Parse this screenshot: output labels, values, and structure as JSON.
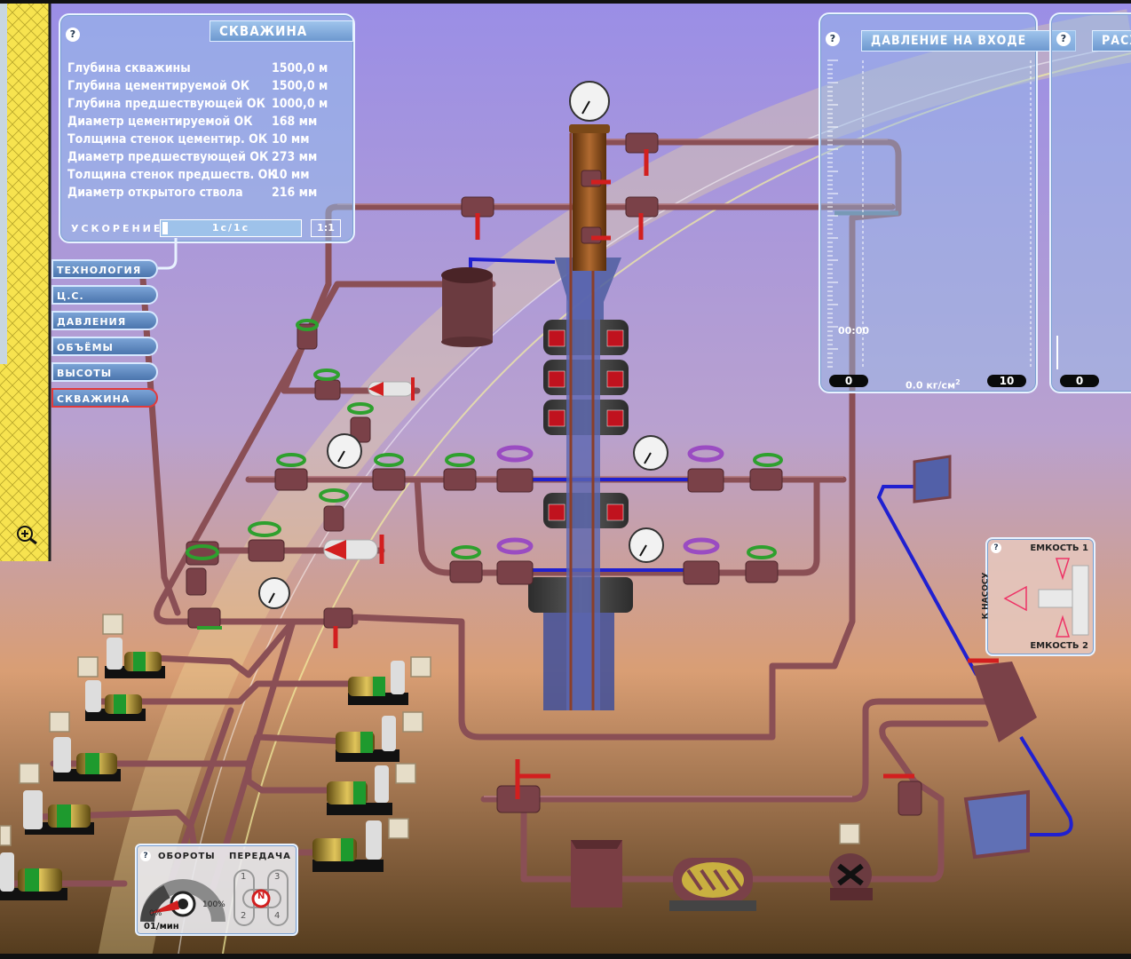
{
  "well_panel": {
    "title": "СКВАЖИНА",
    "info_icon": "info-icon",
    "rows": [
      {
        "label": "Глубина скважины",
        "value": "1500,0 м"
      },
      {
        "label": "Глубина цементируемой ОК",
        "value": "1500,0 м"
      },
      {
        "label": "Глубина предшествующей ОК",
        "value": "1000,0 м"
      },
      {
        "label": "Диаметр цементируемой ОК",
        "value": "168 мм"
      },
      {
        "label": "Толщина стенок цементир. ОК",
        "value": "10 мм"
      },
      {
        "label": "Диаметр предшествующей ОК",
        "value": "273 мм"
      },
      {
        "label": "Толщина стенок предшеств. ОК",
        "value": "10 мм"
      },
      {
        "label": "Диаметр открытого ствола",
        "value": "216 мм"
      }
    ],
    "acceleration_label": "УСКОРЕНИЕ",
    "acceleration_value": "1с/1с",
    "acceleration_reset": "1:1"
  },
  "nav": [
    {
      "label": "ТЕХНОЛОГИЯ"
    },
    {
      "label": "Ц.С."
    },
    {
      "label": "ДАВЛЕНИЯ"
    },
    {
      "label": "ОБЪЁМЫ"
    },
    {
      "label": "ВЫСОТЫ"
    },
    {
      "label": "СКВАЖИНА"
    }
  ],
  "inlet_pressure": {
    "title": "ДАВЛЕНИЕ НА ВХОДЕ",
    "time_label": "00:00",
    "min": "0",
    "max": "10",
    "reading": "0.0 кг/см",
    "reading_sup": "2"
  },
  "flow_panel": {
    "title": "РАСХ",
    "min": "0"
  },
  "tank_selector": {
    "tank1": "ЕМКОСТЬ 1",
    "tank2": "ЕМКОСТЬ 2",
    "to_pump": "К НАСОСУ"
  },
  "engine_panel": {
    "rpm_label": "ОБОРОТЫ",
    "gear_label": "ПЕРЕДАЧА",
    "pct_min": "0%",
    "pct_max": "100%",
    "rpm_unit": "01/мин",
    "gears": [
      "1",
      "2",
      "3",
      "4",
      "N"
    ]
  },
  "colors": {
    "pipe": "#8a4f55",
    "pipe_light": "#b98086",
    "valve_green": "#2ea02e",
    "valve_purple": "#9a4cc2",
    "valve_red": "#d21f1f",
    "blue_line": "#2020d0",
    "panel": "#8fb6e4"
  }
}
